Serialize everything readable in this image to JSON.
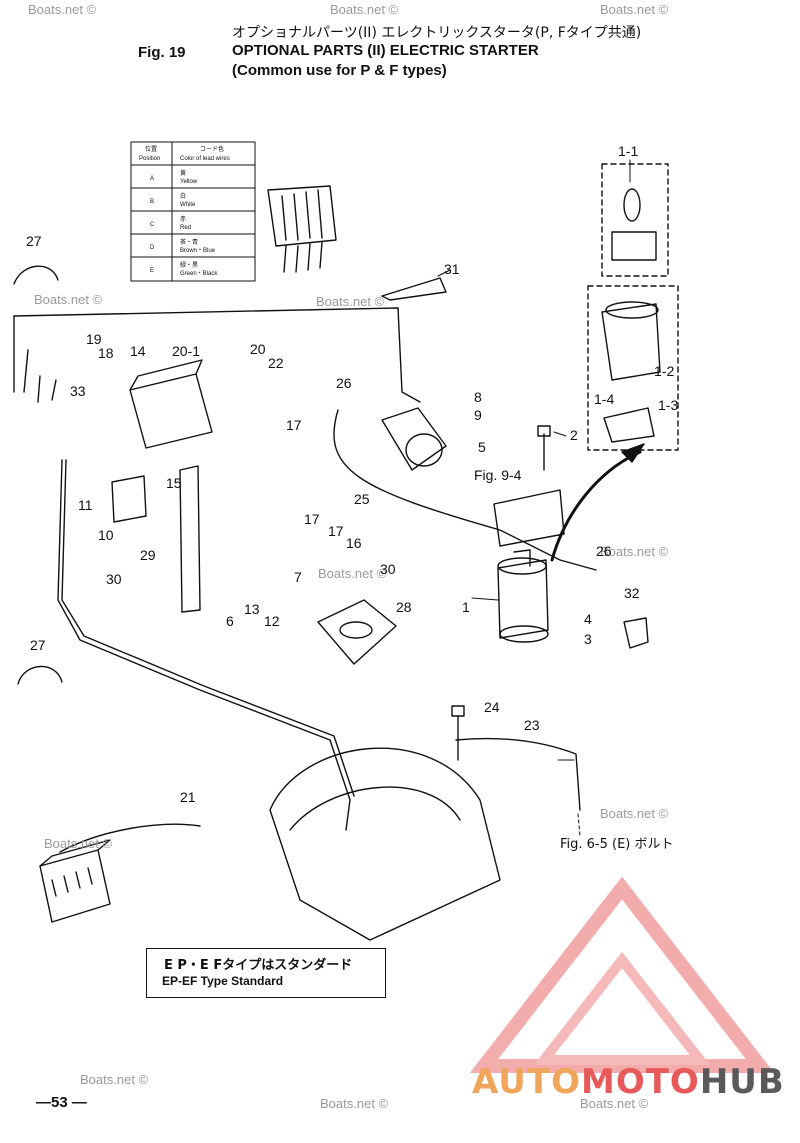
{
  "header": {
    "title_jp": "オプショナルパーツ(II) エレクトリックスタータ(P, Fタイプ共通)",
    "fig_label": "Fig. 19",
    "title_en": "OPTIONAL PARTS (II) ELECTRIC STARTER",
    "subtitle": "(Common use for P & F types)"
  },
  "color_table": {
    "col1_header_jp": "位置",
    "col1_header_en": "Position",
    "col2_header_jp": "コード色",
    "col2_header_en": "Color of lead wires",
    "rows": [
      {
        "pos": "A",
        "jp": "黄",
        "en": "Yellow"
      },
      {
        "pos": "B",
        "jp": "白",
        "en": "White"
      },
      {
        "pos": "C",
        "jp": "赤",
        "en": "Red"
      },
      {
        "pos": "D",
        "jp": "茶・青",
        "en": "Brown・Blue"
      },
      {
        "pos": "E",
        "jp": "緑・黒",
        "en": "Green・Black"
      }
    ]
  },
  "callouts": {
    "c1_1": "1-1",
    "c27a": "27",
    "c31": "31",
    "c19": "19",
    "c18": "18",
    "c14": "14",
    "c20_1": "20-1",
    "c20": "20",
    "c22": "22",
    "c33": "33",
    "c26a": "26",
    "c8": "8",
    "c9": "9",
    "c1_2": "1-2",
    "c1_4": "1-4",
    "c1_3": "1-3",
    "c2": "2",
    "c17a": "17",
    "c5": "5",
    "c15": "15",
    "c11": "11",
    "c25": "25",
    "c10": "10",
    "c29": "29",
    "c17b": "17",
    "c17c": "17",
    "c16": "16",
    "c7": "7",
    "c30a": "30",
    "c30b": "30",
    "c13": "13",
    "c12": "12",
    "c6": "6",
    "c28": "28",
    "c1": "1",
    "c26b": "26",
    "c32": "32",
    "c4": "4",
    "c3": "3",
    "c27b": "27",
    "c24": "24",
    "c23": "23",
    "c21": "21",
    "fig94": "Fig. 9-4",
    "fig65": "Fig. 6-5 (E) ボルト"
  },
  "watermark": "Boats.net ©",
  "note": {
    "line1": "E P・E Fタイプはスタンダード",
    "line2": "EP-EF Type Standard"
  },
  "page_number": "—53 —",
  "logo": {
    "part1": "AUTO",
    "part2": "MOTO",
    "part3": "HUB"
  }
}
